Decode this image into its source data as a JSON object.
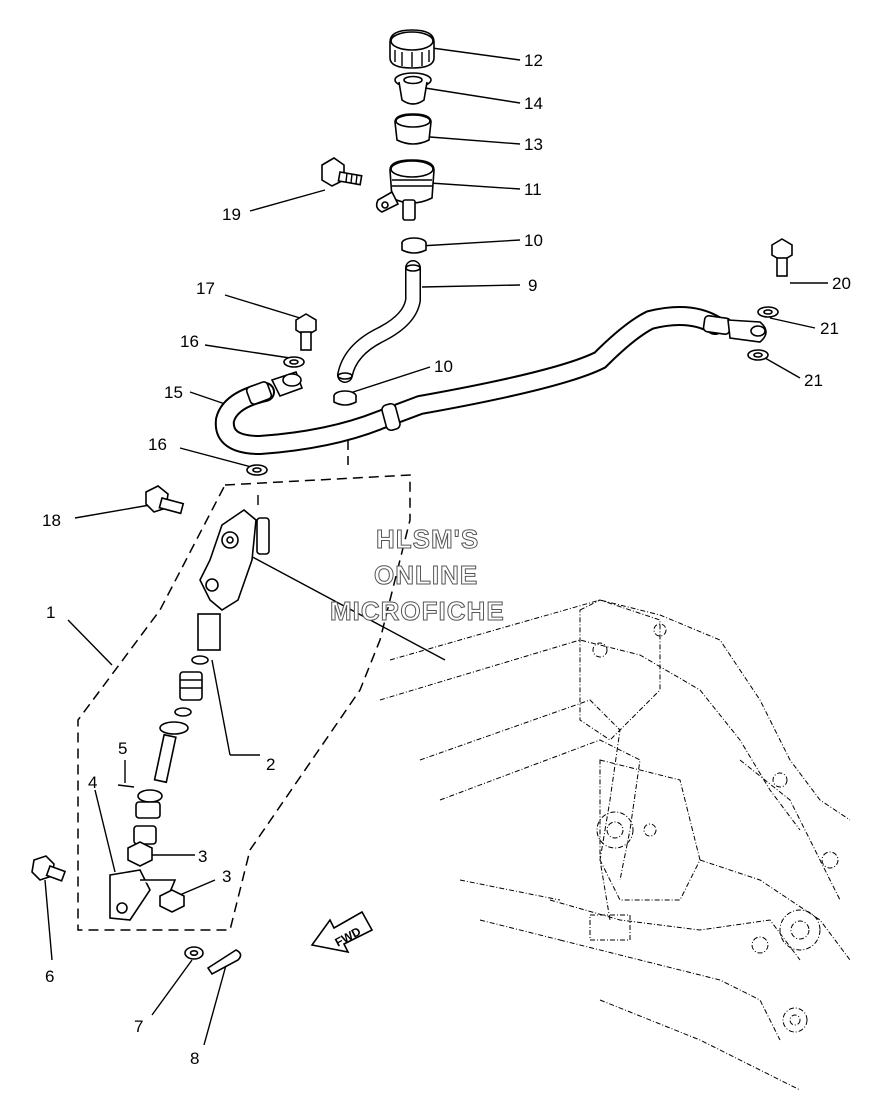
{
  "callouts": [
    {
      "id": "c12",
      "text": "12"
    },
    {
      "id": "c14",
      "text": "14"
    },
    {
      "id": "c13",
      "text": "13"
    },
    {
      "id": "c11",
      "text": "11"
    },
    {
      "id": "c19",
      "text": "19"
    },
    {
      "id": "c10a",
      "text": "10"
    },
    {
      "id": "c9",
      "text": "9"
    },
    {
      "id": "c20",
      "text": "20"
    },
    {
      "id": "c17",
      "text": "17"
    },
    {
      "id": "c21a",
      "text": "21"
    },
    {
      "id": "c16a",
      "text": "16"
    },
    {
      "id": "c10b",
      "text": "10"
    },
    {
      "id": "c21b",
      "text": "21"
    },
    {
      "id": "c15",
      "text": "15"
    },
    {
      "id": "c16b",
      "text": "16"
    },
    {
      "id": "c18",
      "text": "18"
    },
    {
      "id": "c1",
      "text": "1"
    },
    {
      "id": "c2",
      "text": "2"
    },
    {
      "id": "c5",
      "text": "5"
    },
    {
      "id": "c4",
      "text": "4"
    },
    {
      "id": "c3a",
      "text": "3"
    },
    {
      "id": "c3b",
      "text": "3"
    },
    {
      "id": "c6",
      "text": "6"
    },
    {
      "id": "c7",
      "text": "7"
    },
    {
      "id": "c8",
      "text": "8"
    }
  ],
  "watermark": {
    "line1": "HLSM'S",
    "line2": "ONLINE",
    "line3": "MICROFICHE"
  },
  "fwd_label": "FWD"
}
